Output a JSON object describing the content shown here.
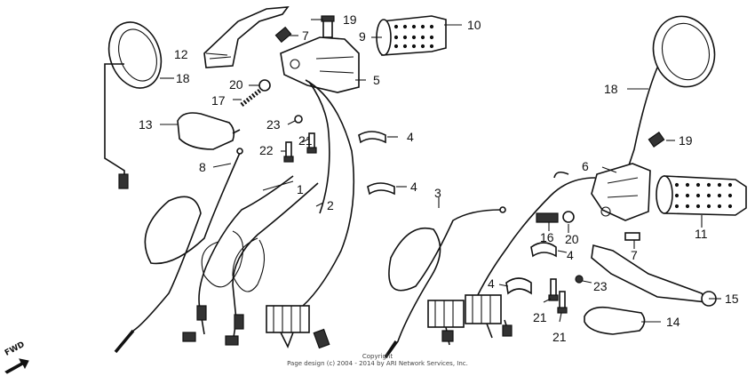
{
  "callouts": [
    "1",
    "2",
    "3",
    "4",
    "5",
    "6",
    "7",
    "8",
    "9",
    "10",
    "11",
    "12",
    "13",
    "14",
    "15",
    "16",
    "17",
    "18",
    "19",
    "20",
    "21",
    "22",
    "23"
  ],
  "footer": {
    "line1": "Copyright",
    "line2": "Page design (c) 2004 - 2014 by ARI Network Services, Inc."
  },
  "fwd_label": "FWD"
}
